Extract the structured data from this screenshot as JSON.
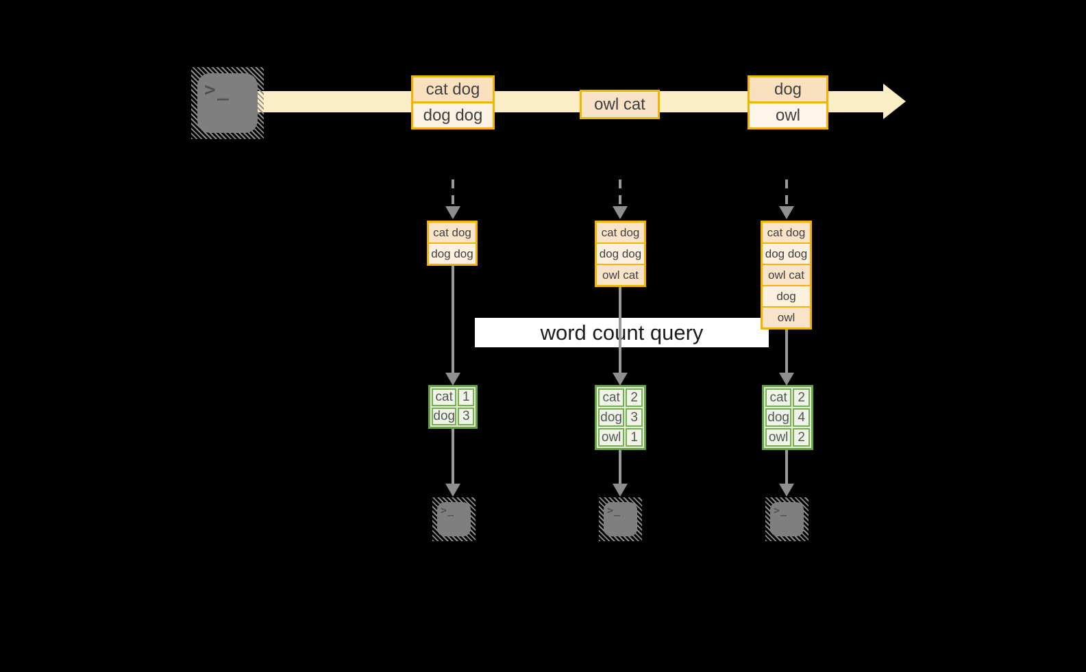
{
  "palette": {
    "background": "#000000",
    "stream_fill": "#FCEFC7",
    "record_border": "#F4B300",
    "record_fill_dark": "#F9E1BF",
    "record_fill_light": "#FCF2E3",
    "table_border": "#66A345",
    "table_cell_fill": "#EFF4E9",
    "connector_gray": "#9A9A9A",
    "terminal_gray": "#7F7F7F",
    "query_band": "#FFFFFF"
  },
  "terminal": {
    "glyph": ">_"
  },
  "stream": {
    "batches": [
      {
        "rows": [
          "cat dog",
          "dog dog"
        ]
      },
      {
        "rows": [
          "owl cat"
        ]
      },
      {
        "rows": [
          "dog",
          "owl"
        ]
      }
    ]
  },
  "query": {
    "label": "word count query"
  },
  "columns": [
    {
      "stack": [
        "cat dog",
        "dog dog"
      ],
      "counts": [
        {
          "word": "cat",
          "count": "1"
        },
        {
          "word": "dog",
          "count": "3"
        }
      ]
    },
    {
      "stack": [
        "cat dog",
        "dog dog",
        "owl cat"
      ],
      "counts": [
        {
          "word": "cat",
          "count": "2"
        },
        {
          "word": "dog",
          "count": "3"
        },
        {
          "word": "owl",
          "count": "1"
        }
      ]
    },
    {
      "stack": [
        "cat dog",
        "dog dog",
        "owl cat",
        "dog",
        "owl"
      ],
      "counts": [
        {
          "word": "cat",
          "count": "2"
        },
        {
          "word": "dog",
          "count": "4"
        },
        {
          "word": "owl",
          "count": "2"
        }
      ]
    }
  ]
}
